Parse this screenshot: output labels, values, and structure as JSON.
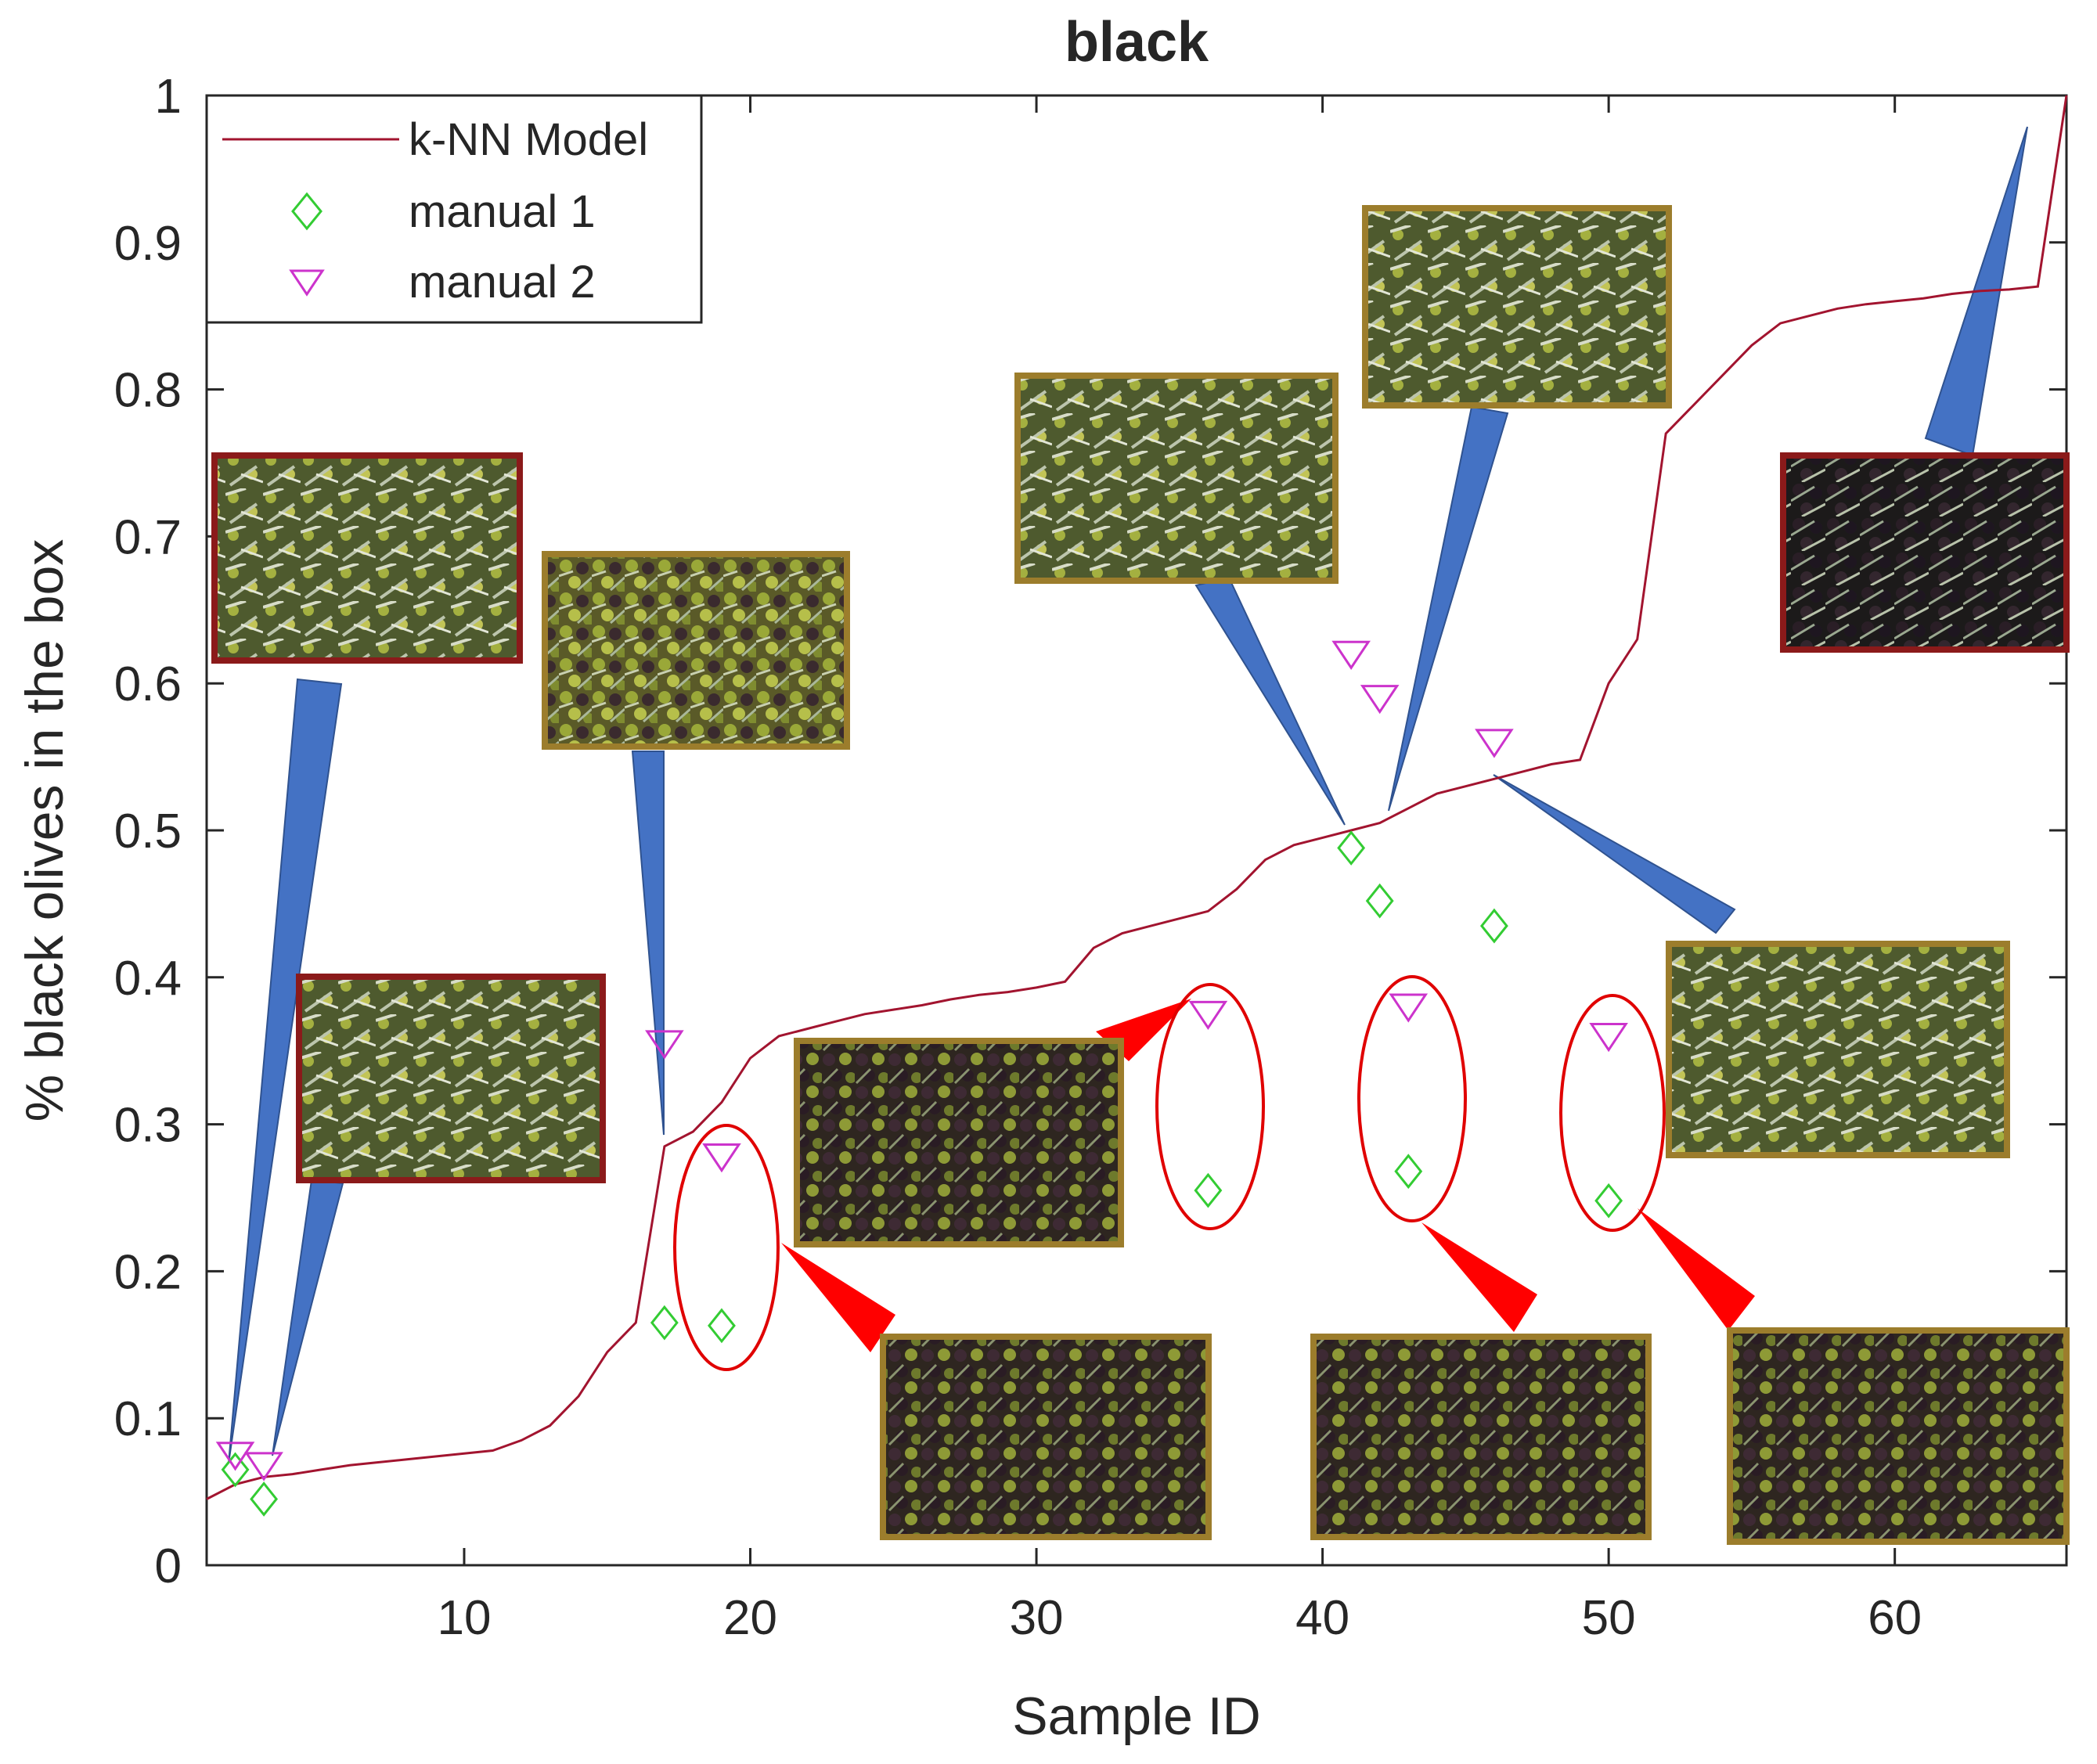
{
  "chart_data": {
    "type": "line",
    "title": "black",
    "xlabel": "Sample ID",
    "ylabel": "% black olives in the box",
    "xlim": [
      1,
      66
    ],
    "ylim": [
      0,
      1
    ],
    "xticks": [
      10,
      20,
      30,
      40,
      50,
      60
    ],
    "yticks": [
      0,
      0.1,
      0.2,
      0.3,
      0.4,
      0.5,
      0.6,
      0.7,
      0.8,
      0.9,
      1
    ],
    "ytick_labels": [
      "0",
      "0.1",
      "0.2",
      "0.3",
      "0.4",
      "0.5",
      "0.6",
      "0.7",
      "0.8",
      "0.9",
      "1"
    ],
    "grid": false,
    "legend_position": "top-left",
    "colors": {
      "model": "#a2142f",
      "manual1": "#33cc33",
      "manual2": "#cc33cc",
      "blue_pointer": "#4472c4",
      "red_pointer": "#ff0000",
      "ellipse": "#e00000"
    },
    "series": [
      {
        "name": "k-NN Model",
        "style": "line",
        "x": [
          1,
          2,
          3,
          4,
          5,
          6,
          7,
          8,
          9,
          10,
          11,
          12,
          13,
          14,
          15,
          16,
          17,
          18,
          19,
          20,
          21,
          22,
          23,
          24,
          25,
          26,
          27,
          28,
          29,
          30,
          31,
          32,
          33,
          34,
          35,
          36,
          37,
          38,
          39,
          40,
          41,
          42,
          43,
          44,
          45,
          46,
          47,
          48,
          49,
          50,
          51,
          52,
          53,
          54,
          55,
          56,
          57,
          58,
          59,
          60,
          61,
          62,
          63,
          64,
          65,
          66
        ],
        "y": [
          0.045,
          0.055,
          0.06,
          0.062,
          0.065,
          0.068,
          0.07,
          0.072,
          0.074,
          0.076,
          0.078,
          0.085,
          0.095,
          0.115,
          0.145,
          0.165,
          0.285,
          0.295,
          0.315,
          0.345,
          0.36,
          0.365,
          0.37,
          0.375,
          0.378,
          0.381,
          0.385,
          0.388,
          0.39,
          0.393,
          0.397,
          0.42,
          0.43,
          0.435,
          0.44,
          0.445,
          0.46,
          0.48,
          0.49,
          0.495,
          0.5,
          0.505,
          0.515,
          0.525,
          0.53,
          0.535,
          0.54,
          0.545,
          0.548,
          0.6,
          0.63,
          0.77,
          0.79,
          0.81,
          0.83,
          0.845,
          0.85,
          0.855,
          0.858,
          0.86,
          0.862,
          0.865,
          0.867,
          0.868,
          0.87,
          1.0
        ]
      },
      {
        "name": "manual 1",
        "style": "diamond",
        "x": [
          2,
          3,
          17,
          19,
          36,
          41,
          42,
          43,
          46,
          50
        ],
        "y": [
          0.065,
          0.045,
          0.165,
          0.163,
          0.255,
          0.488,
          0.452,
          0.268,
          0.435,
          0.248
        ]
      },
      {
        "name": "manual 2",
        "style": "triangle-down",
        "x": [
          2,
          3,
          17,
          19,
          36,
          41,
          42,
          43,
          46,
          50
        ],
        "y": [
          0.075,
          0.068,
          0.355,
          0.278,
          0.375,
          0.62,
          0.59,
          0.38,
          0.56,
          0.36
        ]
      }
    ]
  }
}
